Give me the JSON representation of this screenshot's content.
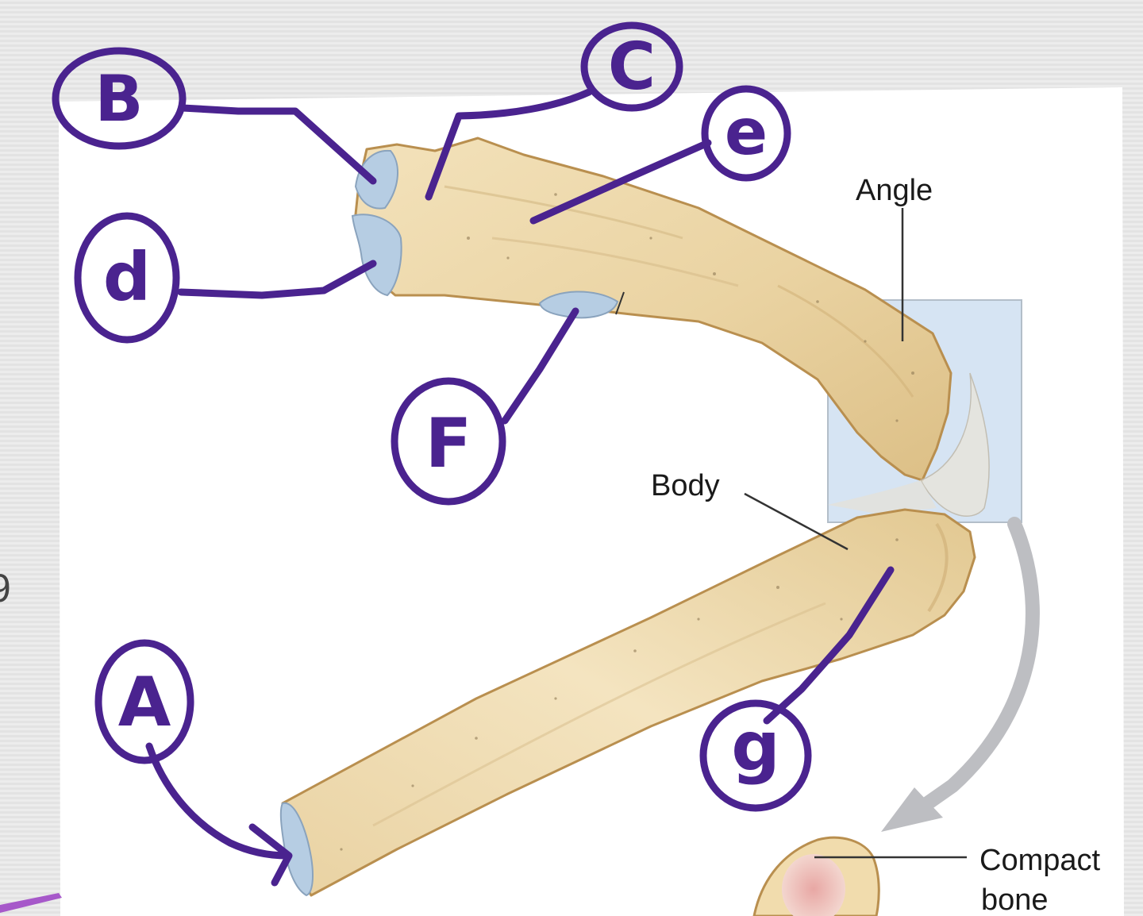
{
  "handwritten_labels": {
    "A": "A",
    "B": "B",
    "C": "C",
    "d": "d",
    "e": "e",
    "F": "F",
    "g": "g"
  },
  "printed_labels": {
    "angle": "Angle",
    "body": "Body",
    "compact_bone_line1": "Compact",
    "compact_bone_line2": "bone"
  },
  "edge_fragment": "9",
  "colors": {
    "annotation_ink": "#4a238f",
    "bone_fill": "#ecd7a9",
    "bone_outline": "#b98f4f",
    "articular_facet": "#b6cde3",
    "inset_box": "#c9dbef",
    "arrow": "#bdbec2"
  }
}
